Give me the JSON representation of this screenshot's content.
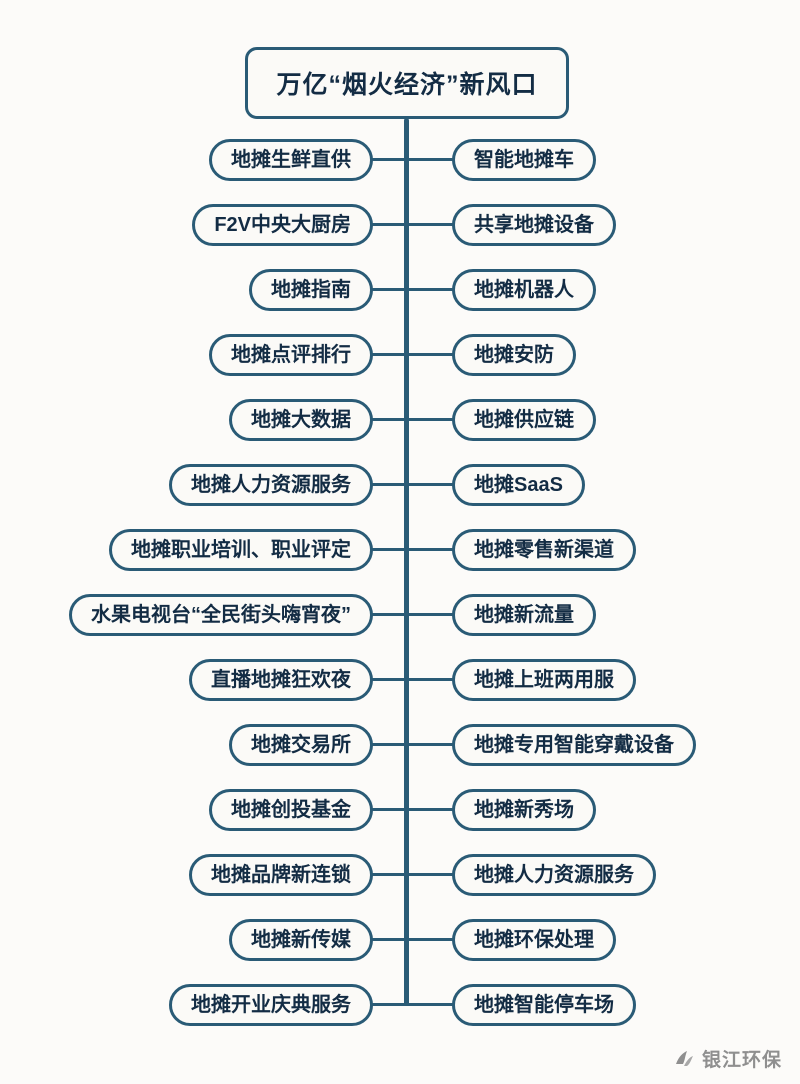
{
  "diagram": {
    "title": "万亿“烟火经济”新风口",
    "left_items": [
      "地摊生鲜直供",
      "F2V中央大厨房",
      "地摊指南",
      "地摊点评排行",
      "地摊大数据",
      "地摊人力资源服务",
      "地摊职业培训、职业评定",
      "水果电视台“全民街头嗨宵夜”",
      "直播地摊狂欢夜",
      "地摊交易所",
      "地摊创投基金",
      "地摊品牌新连锁",
      "地摊新传媒",
      "地摊开业庆典服务"
    ],
    "right_items": [
      "智能地摊车",
      "共享地摊设备",
      "地摊机器人",
      "地摊安防",
      "地摊供应链",
      "地摊SaaS",
      "地摊零售新渠道",
      "地摊新流量",
      "地摊上班两用服",
      "地摊专用智能穿戴设备",
      "地摊新秀场",
      "地摊人力资源服务",
      "地摊环保处理",
      "地摊智能停车场"
    ]
  },
  "watermark": {
    "text": "银江环保",
    "icon": "brand-logo-icon"
  },
  "colors": {
    "line": "#2a5b76",
    "text": "#132c44",
    "pill_bg": "#fbfaf7",
    "canvas_bg": "#fcfbf9",
    "watermark_gray": "#8f8f8f"
  }
}
